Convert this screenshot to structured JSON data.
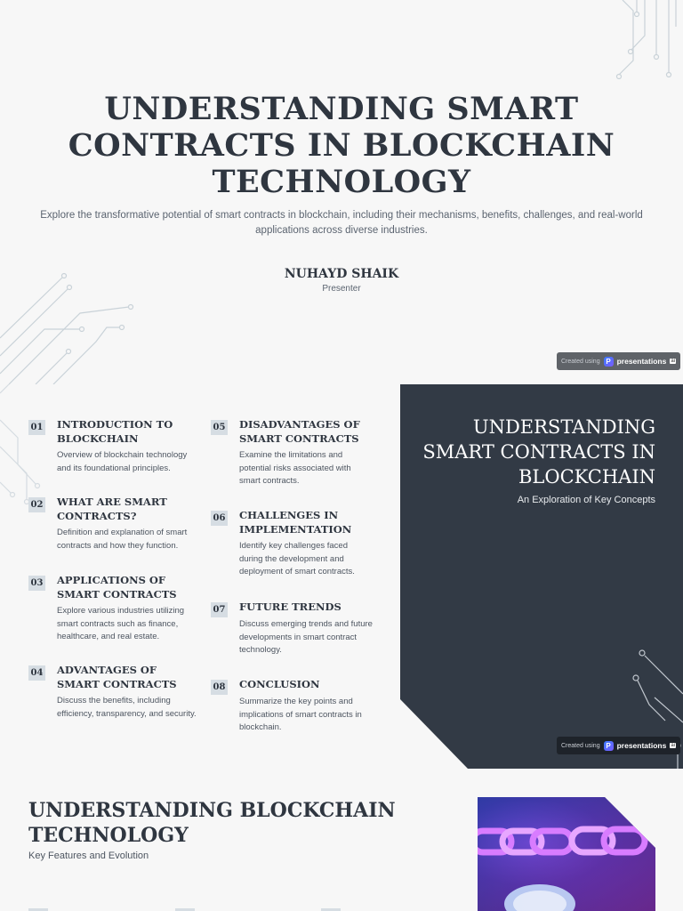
{
  "slide1": {
    "title": "UNDERSTANDING SMART CONTRACTS IN BLOCKCHAIN TECHNOLOGY",
    "subtitle": "Explore the transformative potential of smart contracts in blockchain, including their mechanisms, benefits, challenges, and real-world applications across diverse industries.",
    "presenter_name": "NUHAYD SHAIK",
    "presenter_role": "Presenter",
    "badge": {
      "prefix": "Created using",
      "brand": "presentations",
      "brand_suffix": "ai"
    }
  },
  "agenda": [
    {
      "num": "01",
      "title": "INTRODUCTION TO BLOCKCHAIN",
      "desc": "Overview of blockchain technology and its foundational principles."
    },
    {
      "num": "02",
      "title": "WHAT ARE SMART CONTRACTS?",
      "desc": "Definition and explanation of smart contracts and how they function."
    },
    {
      "num": "03",
      "title": "APPLICATIONS OF SMART CONTRACTS",
      "desc": "Explore various industries utilizing smart contracts such as finance, healthcare, and real estate."
    },
    {
      "num": "04",
      "title": "ADVANTAGES OF SMART CONTRACTS",
      "desc": "Discuss the benefits, including efficiency, transparency, and security."
    },
    {
      "num": "05",
      "title": "DISADVANTAGES OF SMART CONTRACTS",
      "desc": "Examine the limitations and potential risks associated with smart contracts."
    },
    {
      "num": "06",
      "title": "CHALLENGES IN IMPLEMENTATION",
      "desc": "Identify key challenges faced during the development and deployment of smart contracts."
    },
    {
      "num": "07",
      "title": "FUTURE TRENDS",
      "desc": "Discuss emerging trends and future developments in smart contract technology."
    },
    {
      "num": "08",
      "title": "CONCLUSION",
      "desc": "Summarize the key points and implications of smart contracts in blockchain."
    }
  ],
  "slide2": {
    "title": "UNDERSTANDING SMART CONTRACTS IN BLOCKCHAIN",
    "subtitle": "An Exploration of Key Concepts",
    "badge": {
      "prefix": "Created using",
      "brand": "presentations",
      "brand_suffix": "ai"
    }
  },
  "slide3": {
    "title": "UNDERSTANDING BLOCKCHAIN TECHNOLOGY",
    "subtitle": "Key Features and Evolution",
    "image_icon": "chain-link-image"
  },
  "colors": {
    "background": "#f7f7f7",
    "dark_panel": "#323a45",
    "text": "#2f3640",
    "num_badge": "#d6dde3",
    "circuit": "#c9d2d8"
  }
}
